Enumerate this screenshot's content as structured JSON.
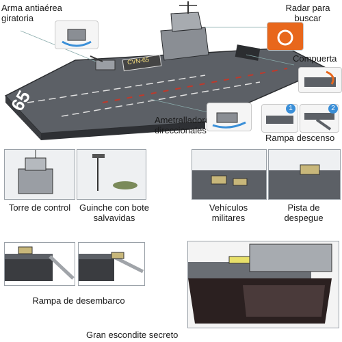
{
  "hero": {
    "callouts": {
      "arma": "Arma antiaérea giratoria",
      "radar": "Radar para buscar",
      "compuerta": "Compuerta",
      "ametralladoras": "Ametralladoras direccionales",
      "rampa_descenso": "Rampa descenso"
    },
    "hull_number": "65",
    "deck_marking": "CVN-65",
    "callout_badges": [
      "1",
      "2"
    ]
  },
  "features": [
    {
      "label": "Torre de control"
    },
    {
      "label": "Guinche con bote salvavidas"
    },
    {
      "label": "Vehículos militares"
    },
    {
      "label": "Pista de despegue"
    }
  ],
  "bottom": {
    "rampa": "Rampa de desembarco",
    "escondite": "Gran escondite secreto"
  },
  "colors": {
    "hull": "#4a4d52",
    "deck": "#5c6066",
    "accent_orange": "#e8671c",
    "callout_blue": "#3a8fd8",
    "deck_red": "#c0392b"
  }
}
